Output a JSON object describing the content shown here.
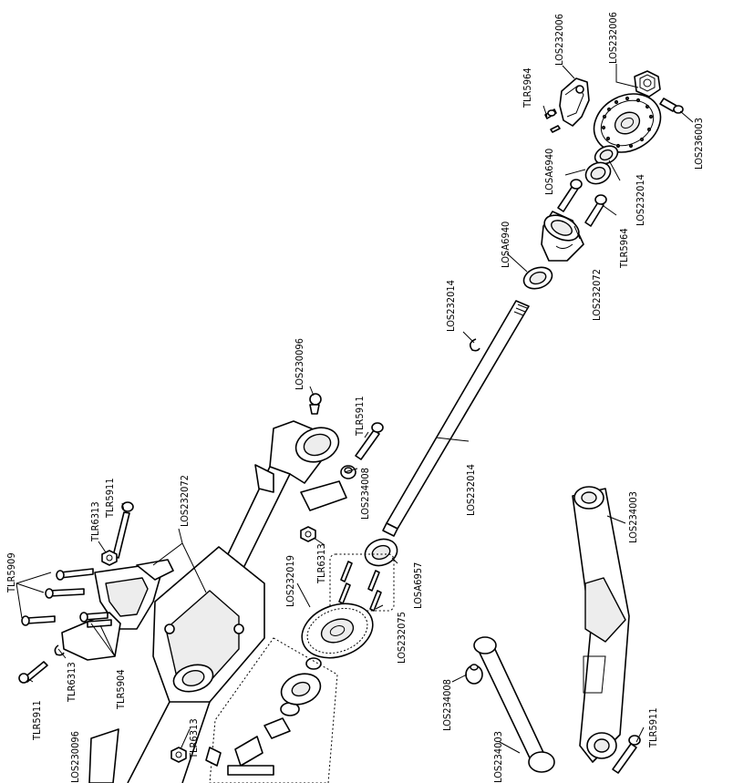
{
  "labels": {
    "los232006_a": "LOS232006",
    "los232006_b": "LOS232006",
    "tlr5964_a": "TLR5964",
    "los236003": "LOS236003",
    "losa6940_a": "LOSA6940",
    "los232014_a": "LOS232014",
    "tlr5964_b": "TLR5964",
    "losa6940_b": "LOSA6940",
    "los232072_a": "LOS232072",
    "los232014_b": "LOS232014",
    "los230096_a": "LOS230096",
    "tlr5911_a": "TLR5911",
    "los234008_a": "LOS234008",
    "los232014_c": "LOS232014",
    "tlr5911_b": "TLR5911",
    "los232072_b": "LOS232072",
    "tlr6313_a": "TLR6313",
    "los234003_a": "LOS234003",
    "tlr6313_b": "TLR6313",
    "tlr5909": "TLR5909",
    "los232019": "LOS232019",
    "losa6957": "LOSA6957",
    "los232075": "LOS232075",
    "tlr5904": "TLR5904",
    "tlr6313_c": "TLR6313",
    "tlr5911_c": "TLR5911",
    "los234008_b": "LOS234008",
    "tlr6313_d": "TLR6313",
    "tlr5911_d": "TLR5911",
    "los230096_b": "LOS230096",
    "los234003_b": "LOS234003"
  }
}
